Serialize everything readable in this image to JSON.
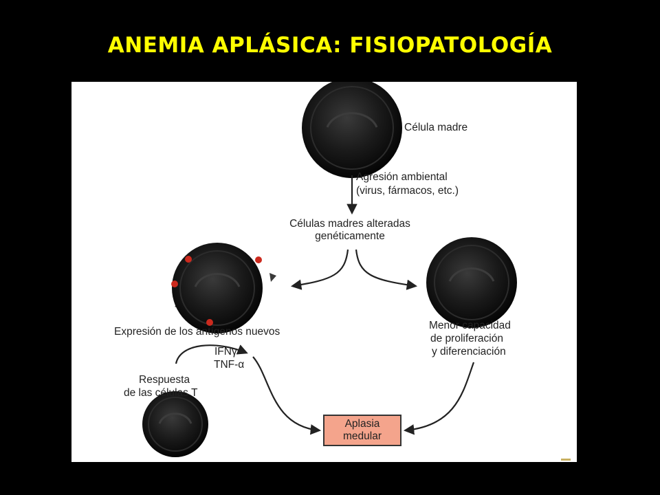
{
  "slide": {
    "title": "ANEMIA APLÁSICA: FISIOPATOLOGÍA",
    "title_color": "#ffff00",
    "background_color": "#000000"
  },
  "diagram": {
    "panel_color": "#ffffff",
    "cell_color": "#141414",
    "antigen_color": "#cc2a1e",
    "box_color": "#f4a48c",
    "labels": {
      "stem_cell": "Célula madre",
      "aggression_line1": "Agresión ambiental",
      "aggression_line2": "(virus, fármacos, etc.)",
      "altered_line1": "Células madres alteradas",
      "altered_line2": "genéticamente",
      "antigens": "Expresión de los antígenos nuevos",
      "capacity_line1": "Menor capacidad",
      "capacity_line2": "de proliferación",
      "capacity_line3": "y diferenciación",
      "ifn": "IFNγ",
      "tnf": "TNF-α",
      "tcell_line1": "Respuesta",
      "tcell_line2": "de las células T",
      "aplasia_line1": "Aplasia",
      "aplasia_line2": "medular"
    }
  }
}
